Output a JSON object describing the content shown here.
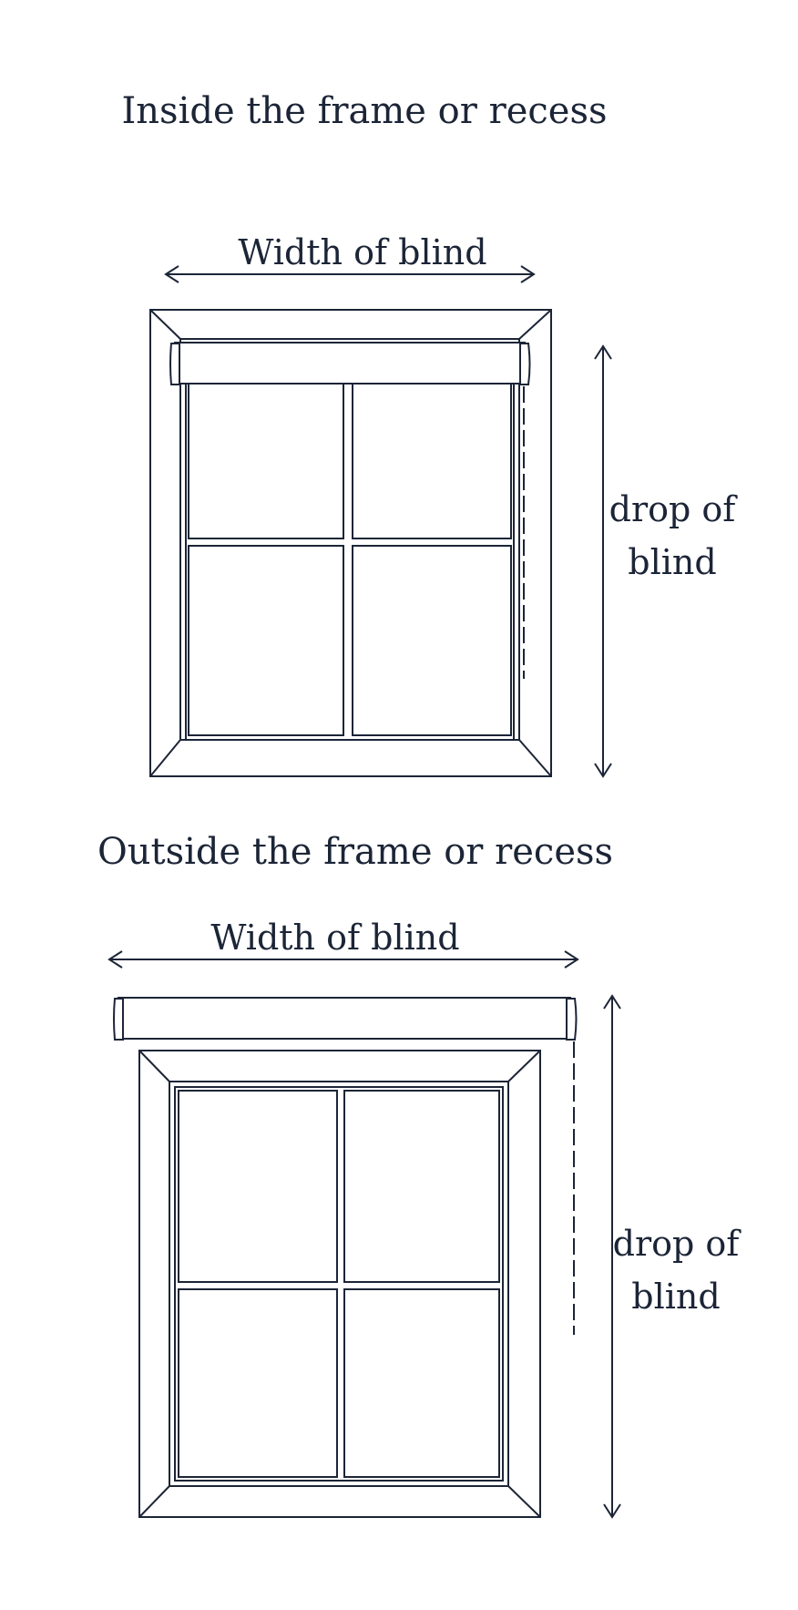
{
  "sections": [
    {
      "heading": "Inside the frame or recess",
      "width_label": "Width of blind",
      "drop_label_line1": "drop of",
      "drop_label_line2": "blind"
    },
    {
      "heading": "Outside the frame or recess",
      "width_label": "Width of blind",
      "drop_label_line1": "drop of",
      "drop_label_line2": "blind"
    }
  ],
  "colors": {
    "ink": "#1c2537",
    "background": "#ffffff"
  }
}
